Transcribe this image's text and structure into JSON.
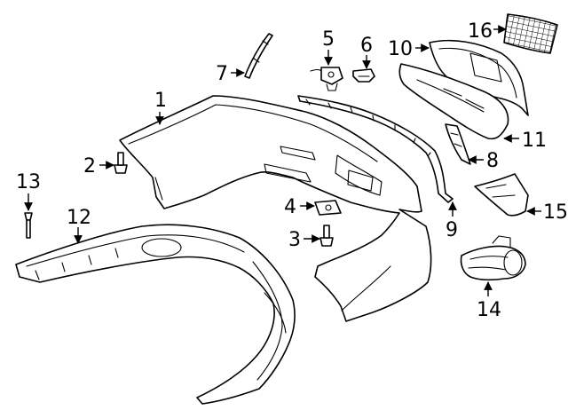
{
  "callouts": [
    "1",
    "2",
    "3",
    "4",
    "5",
    "6",
    "7",
    "8",
    "9",
    "10",
    "11",
    "12",
    "13",
    "14",
    "15",
    "16"
  ],
  "colors": {
    "line": "#000000",
    "background": "#ffffff"
  }
}
